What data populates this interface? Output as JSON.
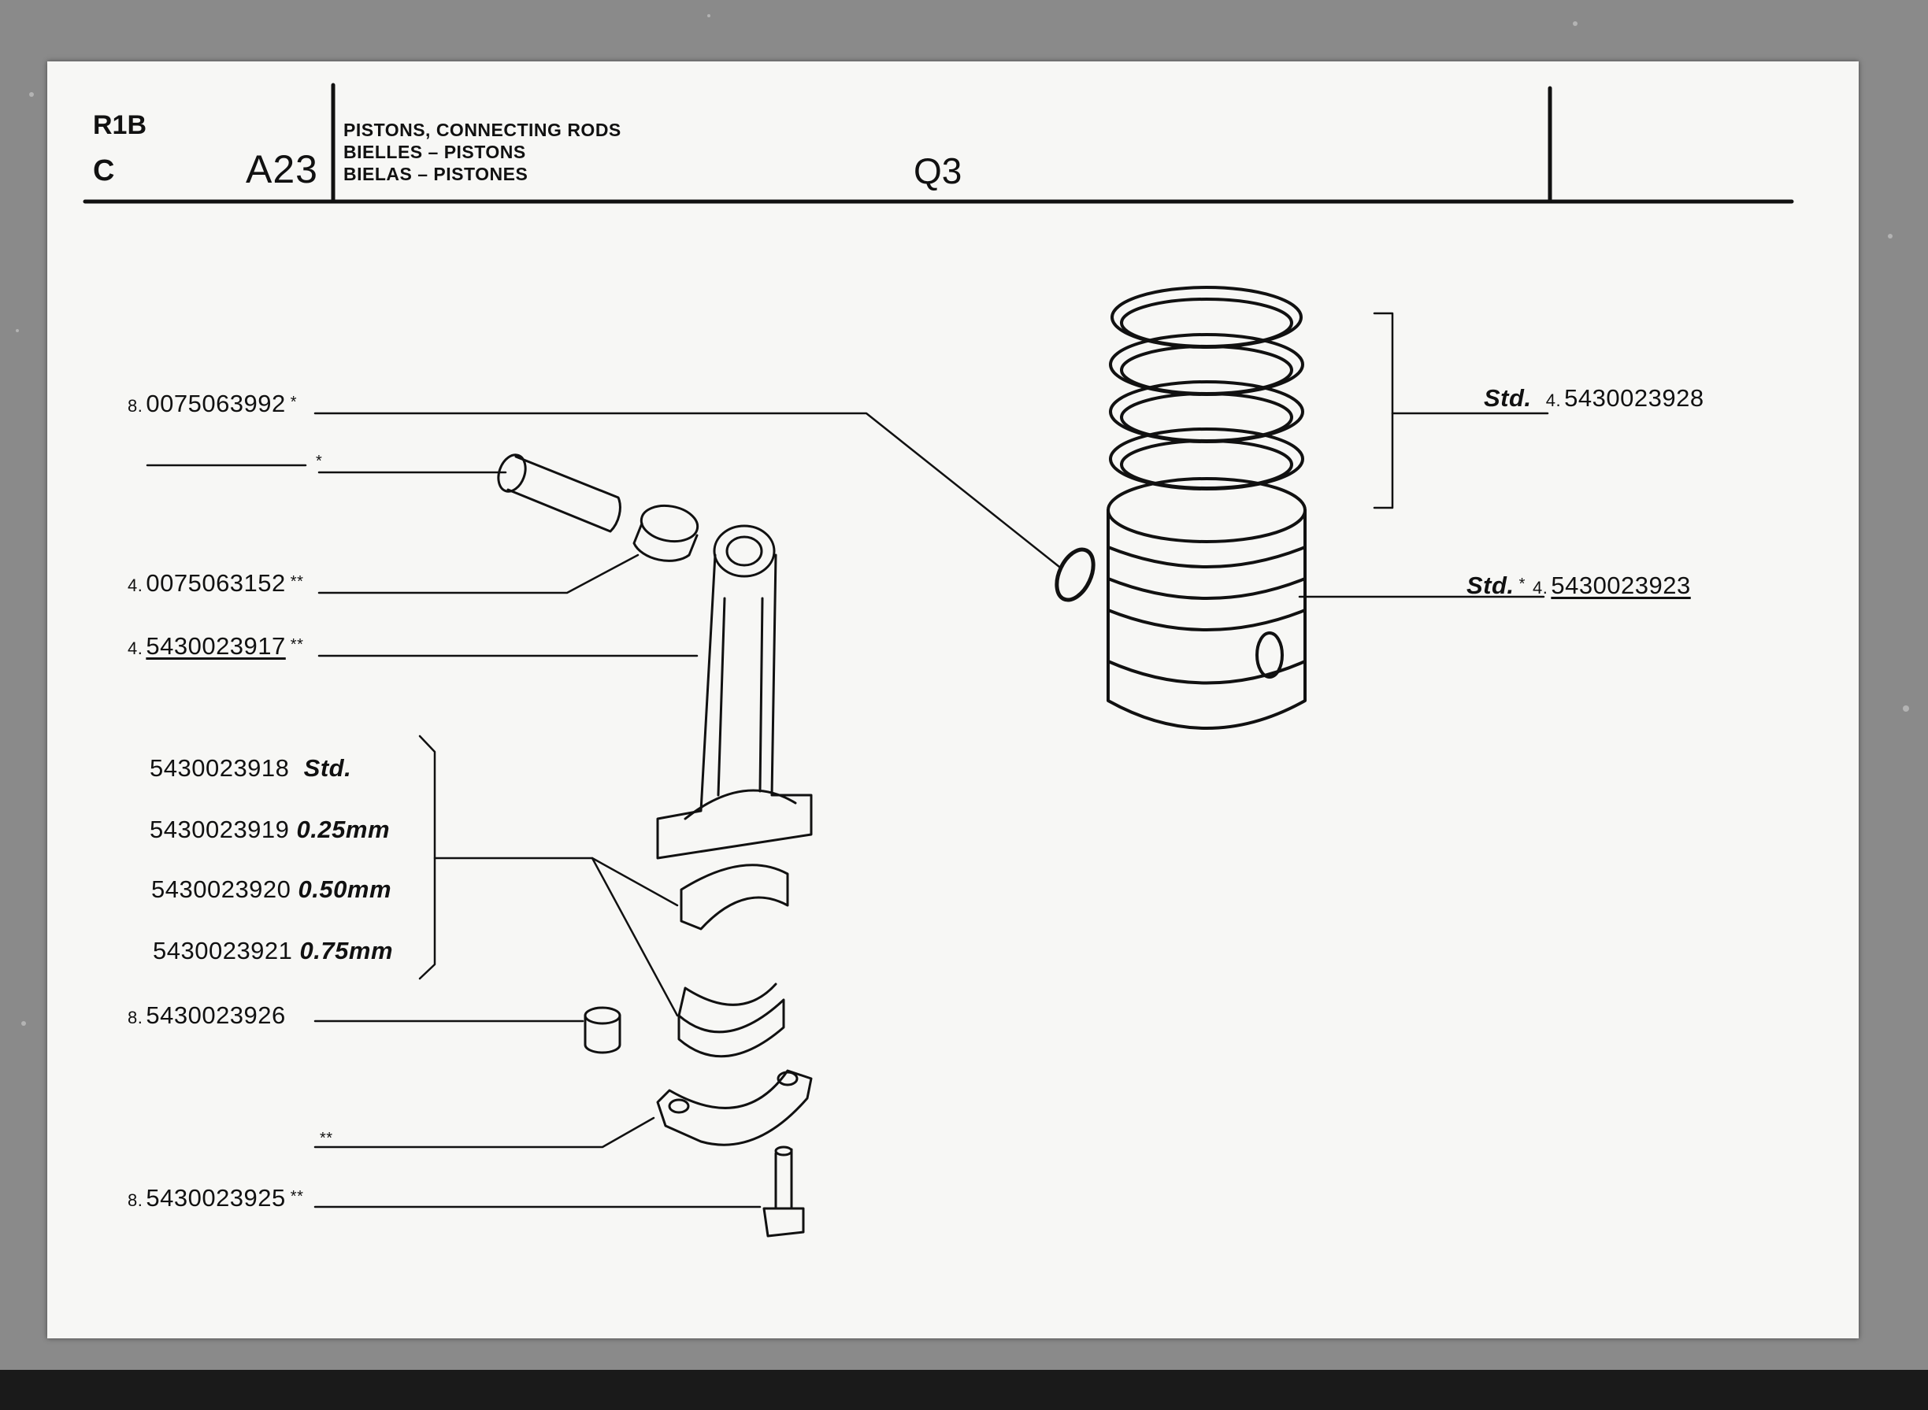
{
  "header": {
    "code_top": "R1B",
    "code_bottom": "C",
    "group": "A23",
    "title_en": "PISTONS, CONNECTING RODS",
    "title_fr": "BIELLES – PISTONS",
    "title_es": "BIELAS – PISTONES",
    "section": "Q3"
  },
  "parts": {
    "p1": {
      "qty": "8.",
      "number": "0075063992",
      "mark": "*"
    },
    "p2": {
      "qty": "",
      "number": "",
      "mark": "*"
    },
    "p3": {
      "qty": "4.",
      "number": "0075063152",
      "mark": "**"
    },
    "p4": {
      "qty": "4.",
      "number": "5430023917",
      "mark": "**"
    },
    "bearing_sizes": [
      {
        "number": "5430023918",
        "size": "Std."
      },
      {
        "number": "5430023919",
        "size": "0.25mm"
      },
      {
        "number": "5430023920",
        "size": "0.50mm"
      },
      {
        "number": "5430023921",
        "size": "0.75mm"
      }
    ],
    "p9": {
      "qty": "8.",
      "number": "5430023926",
      "mark": ""
    },
    "p10": {
      "qty": "",
      "number": "",
      "mark": "**"
    },
    "p11": {
      "qty": "8.",
      "number": "5430023925",
      "mark": "**"
    },
    "rings": {
      "size": "Std.",
      "qty": "4.",
      "number": "5430023928"
    },
    "piston": {
      "size": "Std.",
      "mark": "*",
      "qty": "4.",
      "number": "5430023923"
    }
  }
}
